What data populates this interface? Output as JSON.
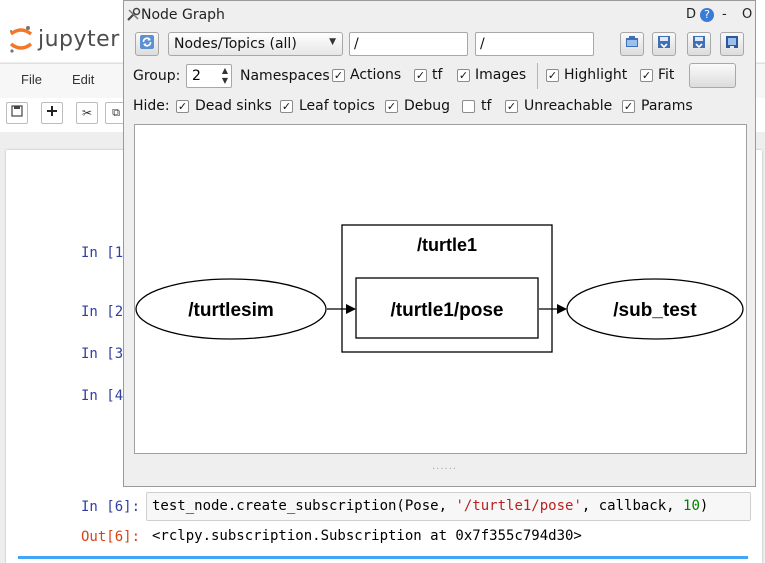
{
  "jupyter": {
    "logo_text": "jupyter",
    "menu": [
      "File",
      "Edit"
    ],
    "cells": [
      {
        "prompt": "In [1"
      },
      {
        "prompt": "In [2"
      },
      {
        "prompt": "In [3"
      },
      {
        "prompt": "In [4"
      }
    ],
    "cell6": {
      "prompt": "In [6]:",
      "code_part1": "test_node.create_subscription(Pose, ",
      "code_str": "'/turtle1/pose'",
      "code_part2": ", callback, ",
      "code_num": "10",
      "code_part3": ")",
      "out_prompt": "Out[6]:",
      "out_text": "<rclpy.subscription.Subscription at 0x7f355c794d30>"
    }
  },
  "window": {
    "title": "Node Graph",
    "title_controls": [
      "D",
      "?",
      "-",
      "O"
    ],
    "toolbar": {
      "view_mode": "Nodes/Topics (all)",
      "node_filter": "/",
      "topic_filter": "/"
    },
    "group": {
      "label": "Group:",
      "value": "2",
      "namespaces_label": "Namespaces",
      "actions_label": "Actions",
      "tf_label": "tf",
      "images_label": "Images",
      "highlight_label": "Highlight",
      "fit_label": "Fit"
    },
    "hide": {
      "label": "Hide:",
      "dead_sinks": "Dead sinks",
      "leaf_topics": "Leaf topics",
      "debug": "Debug",
      "tf": "tf",
      "unreachable": "Unreachable",
      "params": "Params"
    },
    "checks": {
      "actions": true,
      "tf": true,
      "images": true,
      "highlight": true,
      "fit": true,
      "dead_sinks": true,
      "leaf_topics": true,
      "debug": true,
      "hide_tf": false,
      "unreachable": true,
      "params": true
    },
    "graph": {
      "namespace_label": "/turtle1",
      "node_publisher": "/turtlesim",
      "topic": "/turtle1/pose",
      "node_subscriber": "/sub_test"
    }
  }
}
